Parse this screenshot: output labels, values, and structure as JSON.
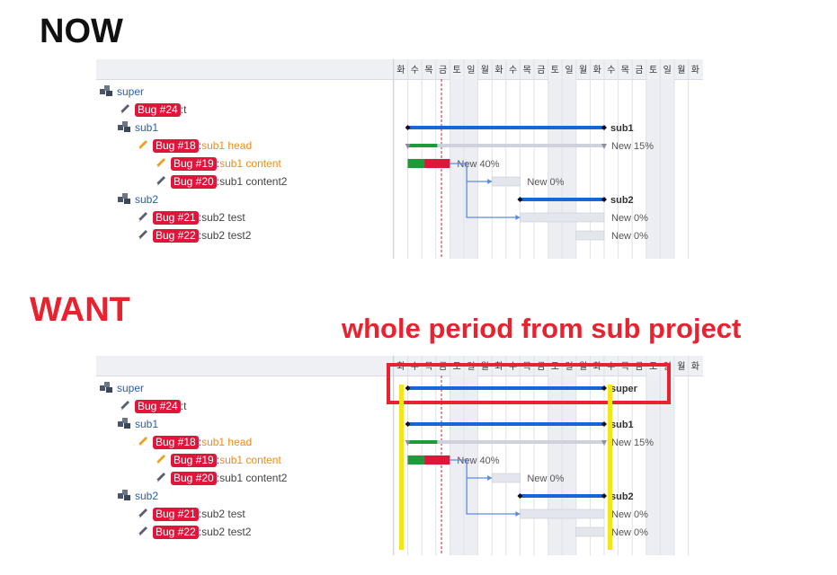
{
  "headings": {
    "now": "NOW",
    "want": "WANT",
    "annotation": "whole period from sub project"
  },
  "colors": {
    "heading_now": "#111111",
    "heading_want": "#e8222e",
    "annotation": "#e8222e",
    "project_link": "#2a5db0",
    "badge": "#e0153a",
    "bar_parent": "#1866d8",
    "bar_progress_done": "#1e9a3a",
    "bar_progress_late": "#e0153a",
    "bar_empty": "#e4e6ee",
    "relation_arrow": "#5b8ae0",
    "highlight_box": "#e8222e",
    "highlight_lines": "#f5e61a",
    "weekend_shade": "#eceef3",
    "today_line": "#d0203a"
  },
  "calendar": {
    "days": [
      "화",
      "수",
      "목",
      "금",
      "토",
      "일",
      "월",
      "화",
      "수",
      "목",
      "금",
      "토",
      "일",
      "월",
      "화",
      "수",
      "목",
      "금",
      "토",
      "일",
      "월",
      "화"
    ],
    "weekend_indices": [
      4,
      5,
      11,
      12,
      18,
      19
    ]
  },
  "tree_now": [
    {
      "level": 0,
      "kind": "project",
      "name": "super"
    },
    {
      "level": 1,
      "kind": "issue",
      "badge": "Bug #24",
      "subject": "t",
      "icon": "wrench-icon-gray"
    },
    {
      "level": 1,
      "kind": "project",
      "name": "sub1"
    },
    {
      "level": 2,
      "kind": "issue",
      "badge": "Bug #18",
      "subject": "sub1 head",
      "icon": "wrench-icon-orange",
      "orange": true
    },
    {
      "level": 3,
      "kind": "issue",
      "badge": "Bug #19",
      "subject": "sub1 content",
      "icon": "wrench-icon-orange",
      "orange": true
    },
    {
      "level": 3,
      "kind": "issue",
      "badge": "Bug #20",
      "subject": "sub1 content2",
      "icon": "wrench-icon-gray"
    },
    {
      "level": 1,
      "kind": "project",
      "name": "sub2"
    },
    {
      "level": 2,
      "kind": "issue",
      "badge": "Bug #21",
      "subject": "sub2 test",
      "icon": "wrench-icon-gray"
    },
    {
      "level": 2,
      "kind": "issue",
      "badge": "Bug #22",
      "subject": "sub2 test2",
      "icon": "wrench-icon-gray"
    }
  ],
  "bars": {
    "sub1_label": "sub1",
    "sub2_label": "sub2",
    "super_label": "super",
    "bug18_status": "New 15%",
    "bug19_status": "New 40%",
    "bug20_status": "New 0%",
    "bug21_status": "New 0%",
    "bug22_status": "New 0%",
    "bug18_progress": 0.15,
    "bug19_progress": 0.4
  }
}
